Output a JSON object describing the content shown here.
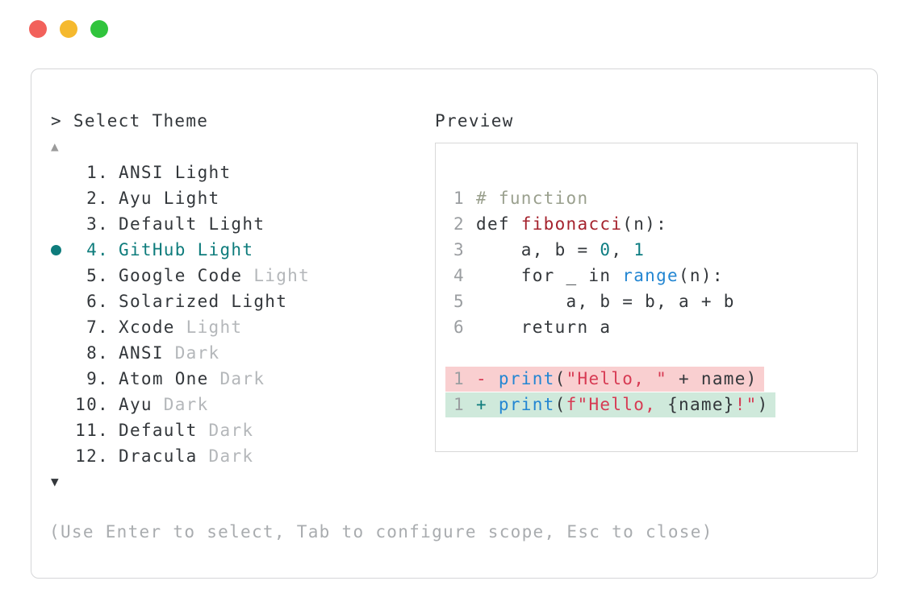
{
  "window": {
    "traffic_lights": [
      {
        "name": "close",
        "color": "#f2615b"
      },
      {
        "name": "minimize",
        "color": "#f5b92e"
      },
      {
        "name": "zoom",
        "color": "#30c43c"
      }
    ]
  },
  "prompt": {
    "caret": ">",
    "label": "Select Theme"
  },
  "theme_list": {
    "scroll_up_icon": "▲",
    "scroll_down_icon": "▼",
    "items": [
      {
        "number": "1.",
        "name": "ANSI Light",
        "dim": "",
        "selected": false
      },
      {
        "number": "2.",
        "name": "Ayu Light",
        "dim": "",
        "selected": false
      },
      {
        "number": "3.",
        "name": "Default Light",
        "dim": "",
        "selected": false
      },
      {
        "number": "4.",
        "name": "GitHub Light",
        "dim": "",
        "selected": true
      },
      {
        "number": "5.",
        "name": "Google Code",
        "dim": "Light",
        "selected": false
      },
      {
        "number": "6.",
        "name": "Solarized Light",
        "dim": "",
        "selected": false
      },
      {
        "number": "7.",
        "name": "Xcode",
        "dim": "Light",
        "selected": false
      },
      {
        "number": "8.",
        "name": "ANSI",
        "dim": "Dark",
        "selected": false
      },
      {
        "number": "9.",
        "name": "Atom One",
        "dim": "Dark",
        "selected": false
      },
      {
        "number": "10.",
        "name": "Ayu",
        "dim": "Dark",
        "selected": false
      },
      {
        "number": "11.",
        "name": "Default",
        "dim": "Dark",
        "selected": false
      },
      {
        "number": "12.",
        "name": "Dracula",
        "dim": "Dark",
        "selected": false
      }
    ]
  },
  "preview": {
    "label": "Preview",
    "code_lines": [
      {
        "number": "1",
        "tokens": [
          {
            "c": "comment",
            "t": "# function"
          }
        ]
      },
      {
        "number": "2",
        "tokens": [
          {
            "c": "plain",
            "t": "def "
          },
          {
            "c": "func",
            "t": "fibonacci"
          },
          {
            "c": "plain",
            "t": "(n):"
          }
        ]
      },
      {
        "number": "3",
        "tokens": [
          {
            "c": "plain",
            "t": "    a, b = "
          },
          {
            "c": "number",
            "t": "0"
          },
          {
            "c": "plain",
            "t": ", "
          },
          {
            "c": "number",
            "t": "1"
          }
        ]
      },
      {
        "number": "4",
        "tokens": [
          {
            "c": "plain",
            "t": "    for _ in "
          },
          {
            "c": "builtin",
            "t": "range"
          },
          {
            "c": "plain",
            "t": "(n):"
          }
        ]
      },
      {
        "number": "5",
        "tokens": [
          {
            "c": "plain",
            "t": "        a, b = b, a + b"
          }
        ]
      },
      {
        "number": "6",
        "tokens": [
          {
            "c": "plain",
            "t": "    return a"
          }
        ]
      }
    ],
    "diff_lines": [
      {
        "number": "1",
        "sign": "-",
        "kind": "removed",
        "tokens": [
          {
            "c": "builtin",
            "t": "print"
          },
          {
            "c": "plain",
            "t": "("
          },
          {
            "c": "string",
            "t": "\"Hello, \""
          },
          {
            "c": "plain",
            "t": " + name)"
          }
        ]
      },
      {
        "number": "1",
        "sign": "+",
        "kind": "added",
        "tokens": [
          {
            "c": "builtin",
            "t": "print"
          },
          {
            "c": "plain",
            "t": "("
          },
          {
            "c": "string",
            "t": "f\"Hello, "
          },
          {
            "c": "plain",
            "t": "{name}"
          },
          {
            "c": "string",
            "t": "!\""
          },
          {
            "c": "plain",
            "t": ")"
          }
        ]
      }
    ]
  },
  "help": {
    "text": "(Use Enter to select, Tab to configure scope, Esc to close)"
  },
  "colors": {
    "accent_teal": "#0e7c7c",
    "syntax_comment": "#9aa08e",
    "syntax_function": "#a5232e",
    "syntax_builtin": "#2386d2",
    "syntax_number": "#0e7d82",
    "syntax_string": "#d73a53",
    "diff_removed_bg": "#f9cfd0",
    "diff_added_bg": "#cfe9db",
    "text_primary": "#33373b",
    "text_dim": "#b4b7ba",
    "line_number": "#9b9ea1"
  }
}
